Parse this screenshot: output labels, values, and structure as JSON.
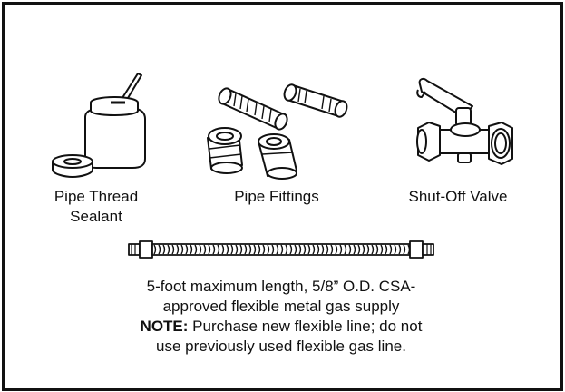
{
  "items": [
    {
      "icon": "sealant-jar-icon",
      "label_line1": "Pipe Thread",
      "label_line2": "Sealant"
    },
    {
      "icon": "pipe-fittings-icon",
      "label_line1": "Pipe Fittings"
    },
    {
      "icon": "shutoff-valve-icon",
      "label_line1": "Shut-Off Valve"
    }
  ],
  "flex_line": {
    "icon": "flexible-gas-line-icon",
    "description_line1": "5-foot maximum length, 5/8” O.D. CSA-",
    "description_line2": "approved flexible metal gas supply",
    "note_label": "NOTE:",
    "note_line1": " Purchase new flexible line; do not",
    "note_line2": "use previously used flexible gas line."
  }
}
